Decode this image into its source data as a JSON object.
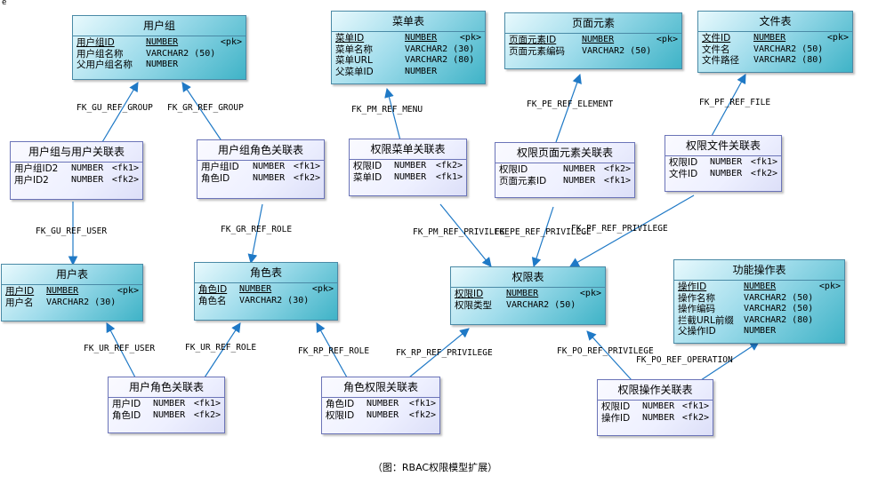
{
  "corner_mark": "e",
  "caption": "（图：RBAC权限模型扩展）",
  "entities": {
    "user_group": {
      "title": "用户组",
      "cols": [
        [
          "用户组ID",
          "NUMBER",
          "<pk>"
        ],
        [
          "用户组名称",
          "VARCHAR2 (50)",
          ""
        ],
        [
          "父用户组名称",
          "NUMBER",
          ""
        ]
      ]
    },
    "menu": {
      "title": "菜单表",
      "cols": [
        [
          "菜单ID",
          "NUMBER",
          "<pk>"
        ],
        [
          "菜单名称",
          "VARCHAR2 (30)",
          ""
        ],
        [
          "菜单URL",
          "VARCHAR2 (80)",
          ""
        ],
        [
          "父菜单ID",
          "NUMBER",
          ""
        ]
      ]
    },
    "page_element": {
      "title": "页面元素",
      "cols": [
        [
          "页面元素ID",
          "NUMBER",
          "<pk>"
        ],
        [
          "页面元素编码",
          "VARCHAR2 (50)",
          ""
        ]
      ]
    },
    "file": {
      "title": "文件表",
      "cols": [
        [
          "文件ID",
          "NUMBER",
          "<pk>"
        ],
        [
          "文件名",
          "VARCHAR2 (50)",
          ""
        ],
        [
          "文件路径",
          "VARCHAR2 (80)",
          ""
        ]
      ]
    },
    "group_user": {
      "title": "用户组与用户关联表",
      "cols": [
        [
          "用户组ID2",
          "NUMBER",
          "<fk1>"
        ],
        [
          "用户ID2",
          "NUMBER",
          "<fk2>"
        ]
      ]
    },
    "group_role": {
      "title": "用户组角色关联表",
      "cols": [
        [
          "用户组ID",
          "NUMBER",
          "<fk1>"
        ],
        [
          "角色ID",
          "NUMBER",
          "<fk2>"
        ]
      ]
    },
    "priv_menu": {
      "title": "权限菜单关联表",
      "cols": [
        [
          "权限ID",
          "NUMBER",
          "<fk2>"
        ],
        [
          "菜单ID",
          "NUMBER",
          "<fk1>"
        ]
      ]
    },
    "priv_element": {
      "title": "权限页面元素关联表",
      "cols": [
        [
          "权限ID",
          "NUMBER",
          "<fk2>"
        ],
        [
          "页面元素ID",
          "NUMBER",
          "<fk1>"
        ]
      ]
    },
    "priv_file": {
      "title": "权限文件关联表",
      "cols": [
        [
          "权限ID",
          "NUMBER",
          "<fk1>"
        ],
        [
          "文件ID",
          "NUMBER",
          "<fk2>"
        ]
      ]
    },
    "user": {
      "title": "用户表",
      "cols": [
        [
          "用户ID",
          "NUMBER",
          "<pk>"
        ],
        [
          "用户名",
          "VARCHAR2 (30)",
          ""
        ]
      ]
    },
    "role": {
      "title": "角色表",
      "cols": [
        [
          "角色ID",
          "NUMBER",
          "<pk>"
        ],
        [
          "角色名",
          "VARCHAR2 (30)",
          ""
        ]
      ]
    },
    "privilege": {
      "title": "权限表",
      "cols": [
        [
          "权限ID",
          "NUMBER",
          "<pk>"
        ],
        [
          "权限类型",
          "VARCHAR2 (50)",
          ""
        ]
      ]
    },
    "operation": {
      "title": "功能操作表",
      "cols": [
        [
          "操作ID",
          "NUMBER",
          "<pk>"
        ],
        [
          "操作名称",
          "VARCHAR2 (50)",
          ""
        ],
        [
          "操作编码",
          "VARCHAR2 (50)",
          ""
        ],
        [
          "拦截URL前缀",
          "VARCHAR2 (80)",
          ""
        ],
        [
          "父操作ID",
          "NUMBER",
          ""
        ]
      ]
    },
    "user_role": {
      "title": "用户角色关联表",
      "cols": [
        [
          "用户ID",
          "NUMBER",
          "<fk1>"
        ],
        [
          "角色ID",
          "NUMBER",
          "<fk2>"
        ]
      ]
    },
    "role_priv": {
      "title": "角色权限关联表",
      "cols": [
        [
          "角色ID",
          "NUMBER",
          "<fk1>"
        ],
        [
          "权限ID",
          "NUMBER",
          "<fk2>"
        ]
      ]
    },
    "priv_op": {
      "title": "权限操作关联表",
      "cols": [
        [
          "权限ID",
          "NUMBER",
          "<fk1>"
        ],
        [
          "操作ID",
          "NUMBER",
          "<fk2>"
        ]
      ]
    }
  },
  "fk_labels": {
    "gu_ref_group": "FK_GU_REF_GROUP",
    "gr_ref_group": "FK_GR_REF_GROUP",
    "pm_ref_menu": "FK_PM_REF_MENU",
    "pe_ref_element": "FK_PE_REF_ELEMENT",
    "pf_ref_file": "FK_PF_REF_FILE",
    "gu_ref_user": "FK_GU_REF_USER",
    "gr_ref_role": "FK_GR_REF_ROLE",
    "pm_ref_privilege": "FK_PM_REF_PRIVILEGE",
    "pe_ref_privilege": "FK_PE_REF_PRIVILEGE",
    "pf_ref_privilege": "FK_PF_REF_PRIVILEGE",
    "ur_ref_user": "FK_UR_REF_USER",
    "ur_ref_role": "FK_UR_REF_ROLE",
    "rp_ref_role": "FK_RP_REF_ROLE",
    "rp_ref_privilege": "FK_RP_REF_PRIVILEGE",
    "po_ref_privilege": "FK_PO_REF_PRIVILEGE",
    "po_ref_operation": "FK_PO_REF_OPERATION"
  }
}
